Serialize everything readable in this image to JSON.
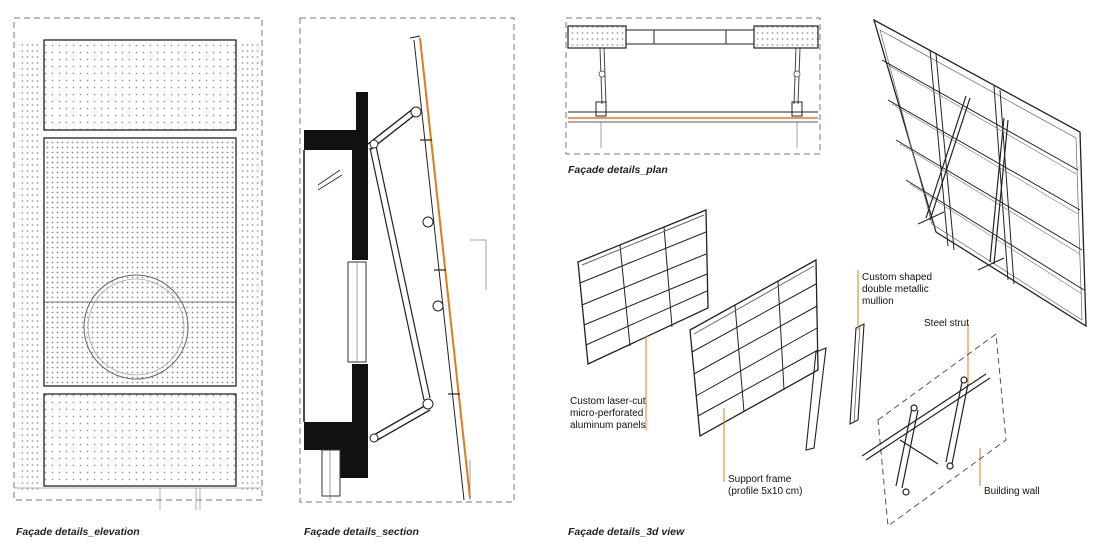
{
  "captions": {
    "elevation": "Façade details_elevation",
    "section": "Façade details_section",
    "plan": "Façade details_plan",
    "view3d": "Façade details_3d view"
  },
  "annotations": {
    "panels": [
      "Custom laser-cut",
      "micro-perforated",
      "aluminum panels"
    ],
    "frame": [
      "Support frame",
      "(profile 5x10 cm)"
    ],
    "mullion": [
      "Custom shaped",
      "double metallic",
      "mullion"
    ],
    "strut": "Steel strut",
    "wall": "Building wall"
  },
  "colors": {
    "line": "#1a1a1a",
    "accent": "#e07b1a",
    "dash": "#777777",
    "perforation": "#8a8a8a"
  }
}
